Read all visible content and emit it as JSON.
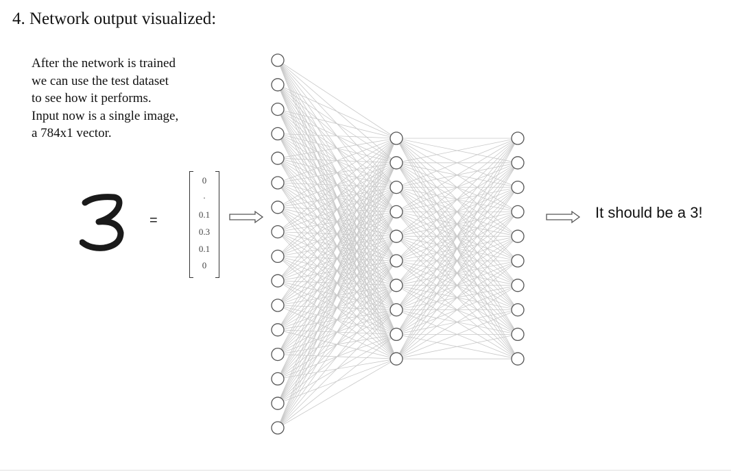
{
  "heading": "4. Network output visualized:",
  "description_lines": [
    "After the network is trained",
    "we can use the test dataset",
    "to see how it performs.",
    "Input now is a single image,",
    "a 784x1 vector."
  ],
  "input_digit": "3",
  "equals_sign": "=",
  "vector_entries": [
    "0",
    ".",
    "0.1",
    "0.3",
    "0.1",
    "0"
  ],
  "network": {
    "layer_sizes": [
      16,
      10,
      10
    ],
    "connection_color": "#c8c8c8",
    "node_stroke_color": "#555555"
  },
  "output_text": "It should be a 3!"
}
